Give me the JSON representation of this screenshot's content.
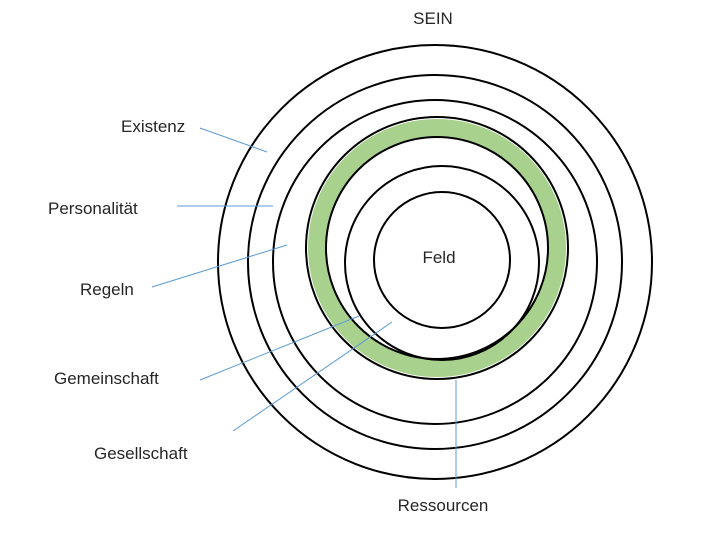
{
  "title": "SEIN",
  "center_label": "Feld",
  "labels": {
    "existenz": "Existenz",
    "personalitaet": "Personalität",
    "regeln": "Regeln",
    "gemeinschaft": "Gemeinschaft",
    "gesellschaft": "Gesellschaft",
    "ressourcen": "Ressourcen"
  },
  "colors": {
    "highlight_ring": "#a9d18e",
    "ring_stroke": "#000000",
    "leader_line": "#5b9bd5",
    "text": "#262626"
  }
}
